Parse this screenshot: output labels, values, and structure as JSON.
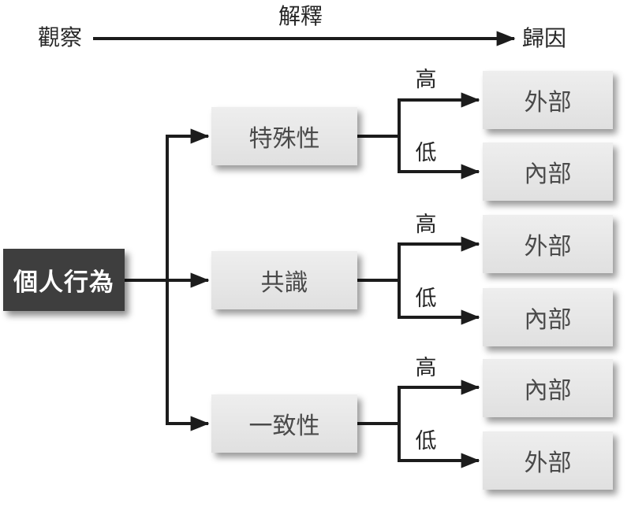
{
  "header": {
    "observe": "觀察",
    "interpret": "解釋",
    "attribute": "歸因"
  },
  "root": {
    "label": "個人行為"
  },
  "branches": [
    {
      "name": "distinctiveness",
      "label": "特殊性",
      "high": {
        "label": "高",
        "result": "外部"
      },
      "low": {
        "label": "低",
        "result": "內部"
      }
    },
    {
      "name": "consensus",
      "label": "共識",
      "high": {
        "label": "高",
        "result": "外部"
      },
      "low": {
        "label": "低",
        "result": "內部"
      }
    },
    {
      "name": "consistency",
      "label": "一致性",
      "high": {
        "label": "高",
        "result": "內部"
      },
      "low": {
        "label": "低",
        "result": "外部"
      }
    }
  ],
  "colors": {
    "line": "#1c1c1c",
    "dark_box_bg": "#3e3e3e",
    "dark_box_text": "#ffffff",
    "light_box_bg_top": "#eeeeee",
    "light_box_bg_bottom": "#e0e0e0",
    "light_box_text": "#4a4a4a",
    "label_text": "#262626",
    "page_bg": "#ffffff"
  }
}
